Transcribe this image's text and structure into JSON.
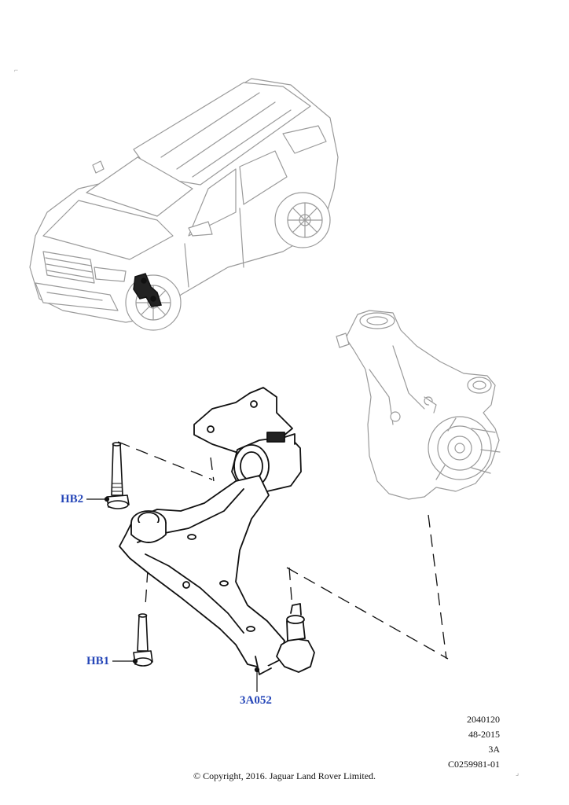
{
  "callouts": {
    "hb2": "HB2",
    "hb1": "HB1",
    "part": "3A052"
  },
  "reference": {
    "line1": "2040120",
    "line2": "48-2015",
    "line3": "3A",
    "line4": "C0259981-01"
  },
  "copyright": "© Copyright, 2016. Jaguar Land Rover Limited.",
  "colors": {
    "callout": "#2546b8",
    "line": "#111111",
    "ghost": "#9a9a9a"
  }
}
